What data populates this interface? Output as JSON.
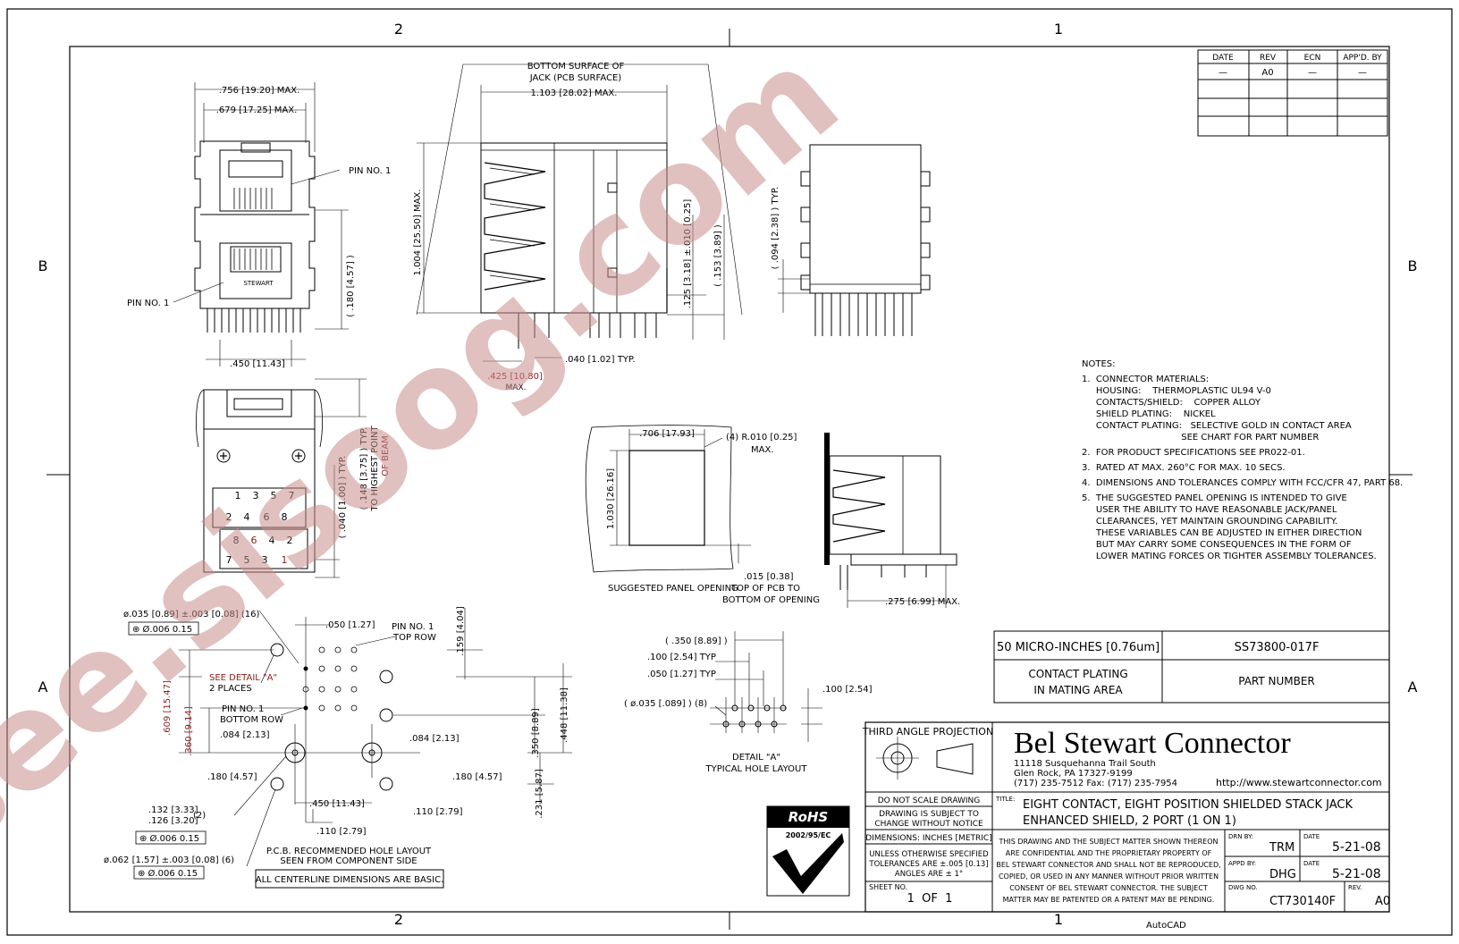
{
  "zones": {
    "top_left": "2",
    "top_right": "1",
    "bottom_left": "2",
    "bottom_right": "1",
    "left_upper": "B",
    "left_lower": "A",
    "right_upper": "B",
    "right_lower": "A"
  },
  "revision_table": {
    "headers": [
      "DATE",
      "REV",
      "ECN",
      "APP'D. BY"
    ],
    "row": [
      "—",
      "A0",
      "—",
      "—"
    ]
  },
  "front_view": {
    "dim_756": ".756 [19.20] MAX.",
    "dim_679": ".679 [17.25] MAX.",
    "pin1_top": "PIN NO. 1",
    "pin1_left": "PIN NO. 1",
    "stewart_mark": "STEWART",
    "dim_180": "( .180 [4.57] )",
    "dim_450": ".450 [11.43]"
  },
  "side_view": {
    "bottom_surface": [
      "BOTTOM SURFACE OF",
      "JACK (PCB SURFACE)"
    ],
    "dim_1103": "1.103 [28.02] MAX.",
    "dim_1004": "1.004 [25.50] MAX.",
    "dim_125": ".125 [3.18] ±.010 [0.25]",
    "dim_153": "( .153 [3.89] )",
    "dim_425": ".425 [10.80]",
    "dim_425_max": "MAX.",
    "dim_040": ".040 [1.02] TYP."
  },
  "rear_view": {
    "dim_094": "( .094 [2.38] ) TYP."
  },
  "bottom_view": {
    "dim_148": "( .148 [3.75] ) TYP.",
    "dim_148_note": [
      "TO HIGHEST POINT",
      "OF BEAM"
    ],
    "dim_040": "( .040 [1.00] ) TYP.",
    "pins_upper": [
      "1",
      "3",
      "5",
      "7",
      "2",
      "4",
      "6",
      "8"
    ],
    "pins_lower": [
      "8",
      "6",
      "4",
      "2",
      "7",
      "5",
      "3",
      "1"
    ]
  },
  "panel": {
    "dim_706": ".706 [17.93]",
    "radius": "(4) R.010 [0.25]",
    "radius_max": "MAX.",
    "dim_1030": "1.030 [26.16]",
    "dim_015": ".015 [0.38]",
    "top_of_pcb": [
      "TOP OF PCB TO",
      "BOTTOM OF OPENING"
    ],
    "caption": "SUGGESTED PANEL OPENING",
    "dim_275": ".275 [6.99] MAX."
  },
  "notes": {
    "title": "NOTES:",
    "lines": [
      "1.  CONNECTOR MATERIALS:",
      "     HOUSING:    THERMOPLASTIC UL94 V-0",
      "     CONTACTS/SHIELD:    COPPER ALLOY",
      "     SHIELD PLATING:    NICKEL",
      "     CONTACT PLATING:   SELECTIVE GOLD IN CONTACT AREA",
      "                                   SEE CHART FOR PART NUMBER",
      "2.  FOR PRODUCT SPECIFICATIONS SEE PR022-01.",
      "3.  RATED AT MAX. 260°C FOR MAX. 10 SECS.",
      "4.  DIMENSIONS AND TOLERANCES COMPLY WITH FCC/CFR 47, PART 68.",
      "5.  THE SUGGESTED PANEL OPENING IS INTENDED TO GIVE",
      "     USER THE ABILITY TO HAVE REASONABLE JACK/PANEL",
      "     CLEARANCES, YET MAINTAIN GROUNDING CAPABILITY.",
      "     THESE VARIABLES CAN BE ADJUSTED IN EITHER DIRECTION",
      "     BUT MAY CARRY SOME CONSEQUENCES IN THE FORM OF",
      "     LOWER MATING FORCES OR TIGHTER ASSEMBLY TOLERANCES."
    ]
  },
  "pcb_layout": {
    "hole16": "ø.035 [0.89] ±.003 [0.08] (16)",
    "fcf1": "⊕ Ø.006  0.15",
    "dim_050": ".050 [1.27]",
    "pin1_top": [
      "PIN NO. 1",
      "TOP ROW"
    ],
    "dim_159": ".159 [4.04]",
    "see_detail": [
      "SEE DETAIL \"A\"",
      "2 PLACES"
    ],
    "pin1_bottom": [
      "PIN NO. 1",
      "BOTTOM ROW"
    ],
    "dim_609": ".609 [15.47]",
    "dim_360": ".360 [9.14]",
    "dim_084a": ".084 [2.13]",
    "dim_084b": ".084 [2.13]",
    "dim_448": ".448 [11.38]",
    "dim_350": ".350 [8.89]",
    "dim_180a": ".180 [4.57]",
    "dim_180b": ".180 [4.57]",
    "dim_132": ".132 [3.33]",
    "dim_126": ".126 [3.20]",
    "dim_132_count": "(2)",
    "fcf2": "⊕ Ø.006  0.15",
    "dim_450": ".450 [11.43]",
    "dim_110a": ".110 [2.79]",
    "dim_231": ".231 [5.87]",
    "dim_110b": ".110 [2.79]",
    "hole6": "ø.062 [1.57] ±.003 [0.08] (6)",
    "fcf3": "⊕ Ø.006  0.15",
    "caption": [
      "P.C.B. RECOMMENDED HOLE LAYOUT",
      "SEEN FROM COMPONENT SIDE"
    ],
    "basic_note": "ALL CENTERLINE DIMENSIONS ARE BASIC."
  },
  "detail_a": {
    "dim_350": "( .350 [8.89] )",
    "dim_100": ".100 [2.54] TYP",
    "dim_050": ".050 [1.27] TYP",
    "dim_100b": ".100 [2.54]",
    "hole": "( ø.035 [.089] ) (8)",
    "caption": [
      "DETAIL \"A\"",
      "TYPICAL HOLE LAYOUT"
    ]
  },
  "plating_table": {
    "plating_value": "50 MICRO-INCHES [0.76um]",
    "part_value": "SS73800-017F",
    "plating_label": [
      "CONTACT PLATING",
      "IN MATING AREA"
    ],
    "part_label": "PART NUMBER"
  },
  "title_block": {
    "projection": "THIRD ANGLE PROJECTION",
    "company": "Bel Stewart Connector",
    "address": [
      "11118 Susquehanna Trail South",
      "Glen Rock, PA  17327-9199",
      "(717) 235-7512  Fax: (717) 235-7954"
    ],
    "website": "http://www.stewartconnector.com",
    "no_scale": "DO NOT SCALE DRAWING",
    "subject_change": [
      "DRAWING IS SUBJECT TO",
      "CHANGE WITHOUT NOTICE"
    ],
    "dimensions": "DIMENSIONS: INCHES [METRIC]",
    "tolerances": [
      "UNLESS OTHERWISE SPECIFIED",
      "TOLERANCES ARE ±.005 [0.13]",
      "ANGLES ARE ± 1°"
    ],
    "sheet_label": "SHEET NO.",
    "sheet_value": "1  OF  1",
    "title_label": "TITLE:",
    "title": [
      "EIGHT CONTACT, EIGHT POSITION SHIELDED STACK JACK",
      "ENHANCED SHIELD, 2 PORT (1 ON 1)"
    ],
    "confidential": [
      "THIS DRAWING AND THE SUBJECT MATTER SHOWN THEREON",
      "ARE CONFIDENTIAL AND THE PROPRIETARY PROPERTY OF",
      "BEL STEWART CONNECTOR AND SHALL NOT BE REPRODUCED,",
      "COPIED, OR USED IN ANY MANNER WITHOUT PRIOR WRITTEN",
      "CONSENT OF BEL STEWART CONNECTOR.  THE SUBJECT",
      "MATTER MAY BE PATENTED OR A PATENT MAY BE PENDING."
    ],
    "drn_label": "DRN BY:",
    "drn_value": "TRM",
    "appd_label": "APPD BY:",
    "appd_value": "DHG",
    "date_label": "DATE",
    "date1": "5-21-08",
    "date2": "5-21-08",
    "dwg_label": "DWG NO.",
    "dwg_value": "CT730140F",
    "rev_label": "REV.",
    "rev_value": "A0",
    "rohs": "RoHS",
    "rohs_year": "2002/95/EC",
    "autocad": "AutoCAD"
  },
  "watermark": "isee.sisoog.com"
}
